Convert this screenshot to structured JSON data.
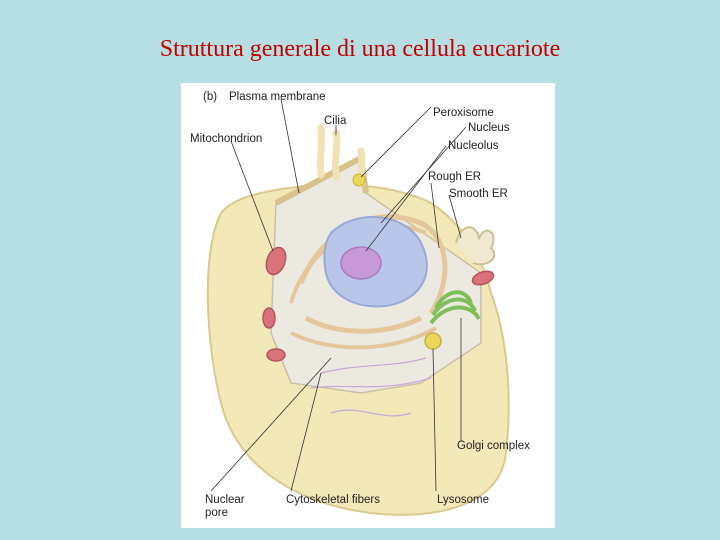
{
  "slide": {
    "title": "Struttura generale di una cellula eucariote"
  },
  "figure": {
    "panel_letter": "(b)",
    "labels": {
      "plasma_membrane": "Plasma membrane",
      "cilia": "Cilia",
      "mitochondrion": "Mitochondrion",
      "peroxisome": "Peroxisome",
      "nucleus": "Nucleus",
      "nucleolus": "Nucleolus",
      "rough_er": "Rough ER",
      "smooth_er": "Smooth ER",
      "golgi_complex": "Golgi complex",
      "nuclear_pore_line1": "Nuclear",
      "nuclear_pore_line2": "pore",
      "cytoskeletal_fibers": "Cytoskeletal fibers",
      "lysosome": "Lysosome"
    }
  },
  "colors": {
    "background": "#b7dfe3",
    "title": "#c00000",
    "cell_outer": "#f3e8b8",
    "cytoplasm": "#ece9e0",
    "nucleus": "#b9c6ea",
    "nucleolus": "#c79ad6",
    "er": "#e3c79a",
    "mitochondrion": "#d9737a",
    "golgi": "#7fbf5a",
    "lysosome": "#e9d65a"
  }
}
